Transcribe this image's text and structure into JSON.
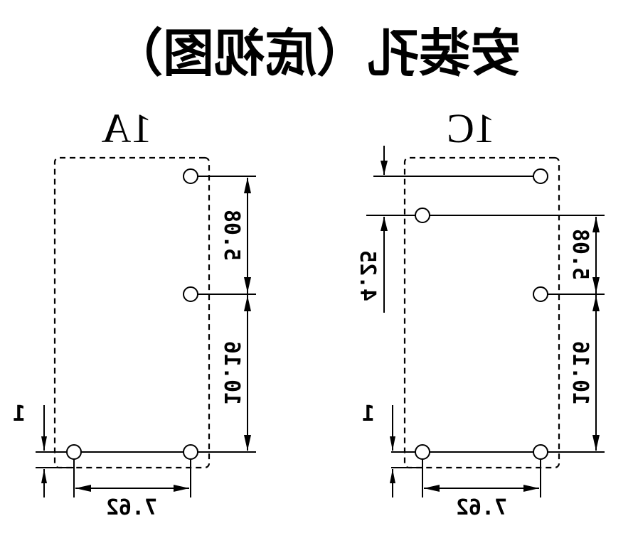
{
  "title": "安装孔（底视图）",
  "panels": {
    "left": {
      "heading": "1A",
      "dimensions": {
        "top_gap": "5.08",
        "bottom_gap": "10.16",
        "width": "7.62",
        "pin_offset": "1"
      }
    },
    "right": {
      "heading": "1C",
      "dimensions": {
        "left_vertical": "4.25",
        "right_top": "5.08",
        "right_bottom": "10.16",
        "width": "7.62",
        "pin_offset": "1"
      }
    }
  }
}
